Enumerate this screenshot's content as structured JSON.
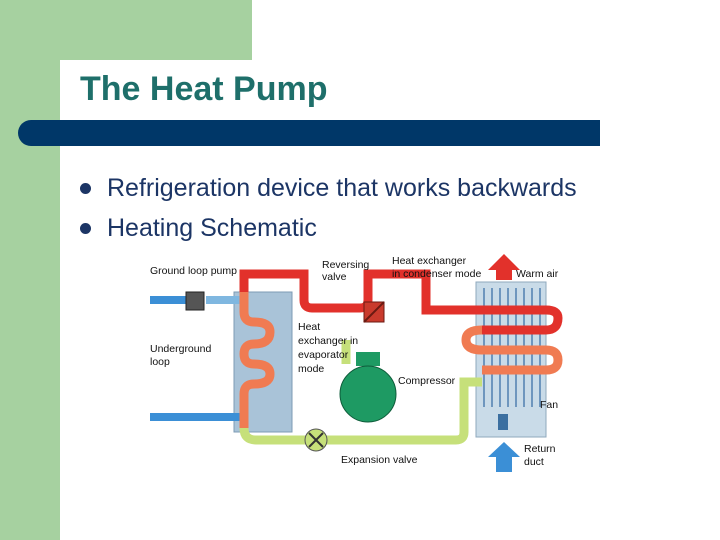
{
  "slide": {
    "title": "The Heat Pump",
    "bullets": [
      "Refrigeration device that works backwards",
      "Heating Schematic"
    ]
  },
  "diagram": {
    "labels": {
      "ground_loop_pump": "Ground loop pump",
      "reversing_valve_1": "Reversing",
      "reversing_valve_2": "valve",
      "heat_exchanger_cond_1": "Heat exchanger",
      "heat_exchanger_cond_2": "in condenser mode",
      "warm_air": "Warm air",
      "underground_loop_1": "Underground",
      "underground_loop_2": "loop",
      "heat_exchanger_evap_1": "Heat",
      "heat_exchanger_evap_2": "exchanger in",
      "heat_exchanger_evap_3": "evaporator",
      "heat_exchanger_evap_4": "mode",
      "compressor": "Compressor",
      "fan": "Fan",
      "expansion_valve": "Expansion valve",
      "return_duct_1": "Return",
      "return_duct_2": "duct"
    },
    "colors": {
      "hot_pipe": "#e2312b",
      "warm_pipe": "#f07b52",
      "cool_pipe": "#c6e07a",
      "cold_pipe": "#3b8fd6",
      "compressor": "#1e9a63",
      "exchanger": "#a9c3d8"
    }
  }
}
